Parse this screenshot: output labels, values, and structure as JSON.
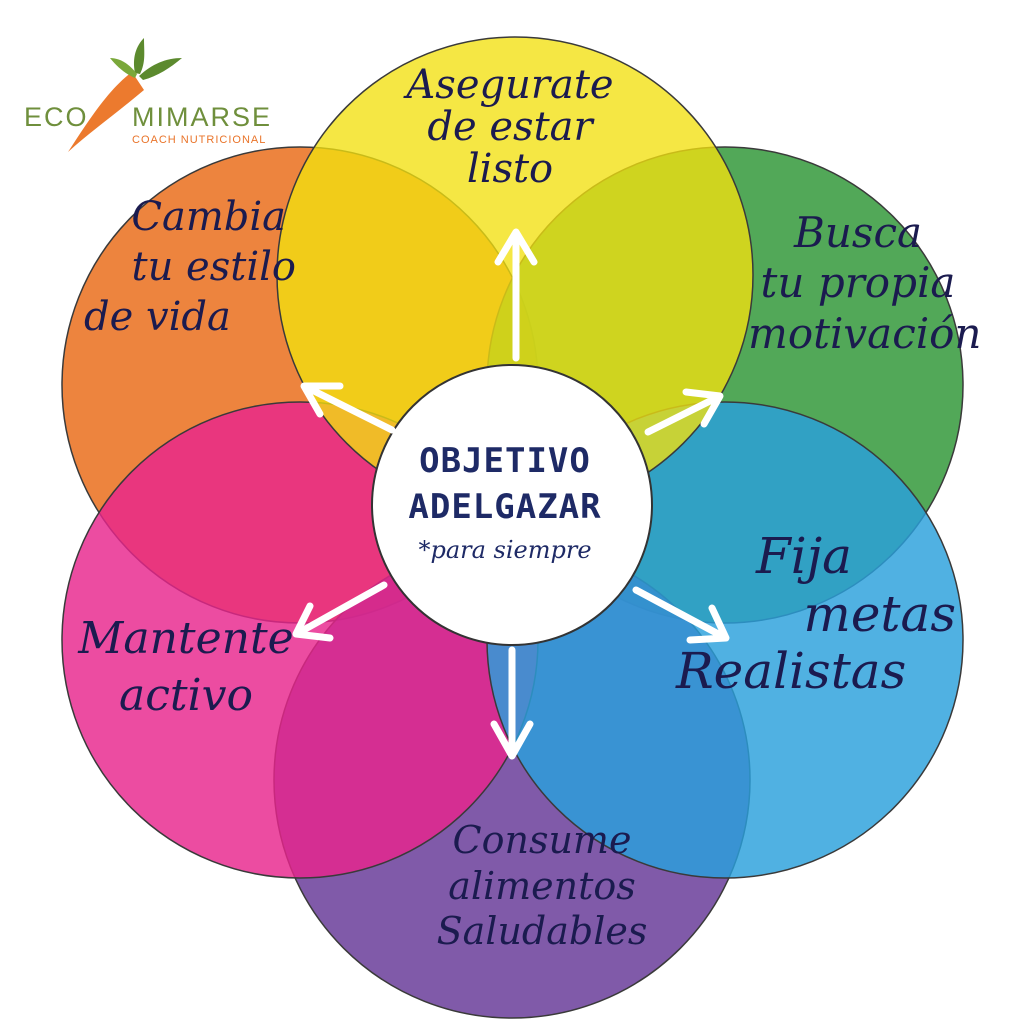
{
  "logo": {
    "word_left": "ECO",
    "word_right": "MIMARSE",
    "subtitle": "COACH NUTRICIONAL",
    "icon": "carrot-icon"
  },
  "center": {
    "line1": "OBJETIVO",
    "line2": "ADELGAZAR",
    "note": "*para siempre"
  },
  "petals": [
    {
      "id": "yellow",
      "color": "#f2e010",
      "lines": [
        "Asegurate",
        "de estar",
        "listo"
      ]
    },
    {
      "id": "green",
      "color": "#3f9e46",
      "lines": [
        "Busca",
        "tu propia",
        "motivación"
      ]
    },
    {
      "id": "blue",
      "color": "#2aa0dc",
      "lines": [
        "Fija",
        "metas",
        "Realistas"
      ]
    },
    {
      "id": "purple",
      "color": "#6a3d9a",
      "lines": [
        "Consume",
        "alimentos",
        "Saludables"
      ]
    },
    {
      "id": "pink",
      "color": "#e8248c",
      "lines": [
        "Mantente",
        "activo"
      ]
    },
    {
      "id": "orange",
      "color": "#ec7a2e",
      "lines": [
        "Cambia",
        "tu estilo",
        "de vida"
      ]
    }
  ],
  "arrow_icon": "arrow-icon"
}
